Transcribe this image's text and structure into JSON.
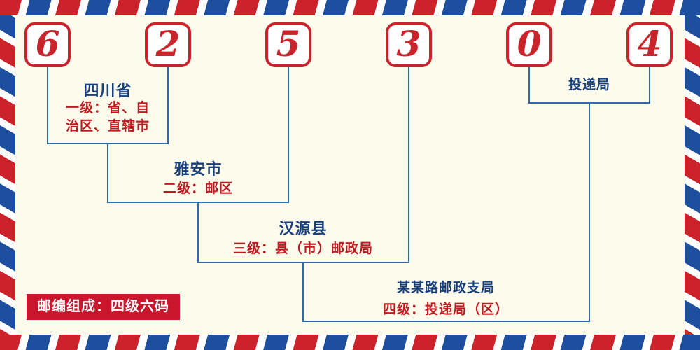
{
  "postal_code": {
    "digits": [
      "6",
      "2",
      "5",
      "3",
      "0",
      "4"
    ]
  },
  "levels": {
    "level1": {
      "place": "四川省",
      "desc_lines": [
        "一级：省、自",
        "治区、直辖市"
      ]
    },
    "level2": {
      "place": "雅安市",
      "desc": "二级：邮区"
    },
    "level3": {
      "place": "汉源县",
      "desc": "三级：县（市）邮政局"
    },
    "level4": {
      "place": "某某路邮政支局",
      "desc": "四级：投递局（区）"
    }
  },
  "delivery_office": {
    "label": "投递局"
  },
  "footer_badge": {
    "text": "邮编组成：四级六码"
  },
  "colors": {
    "digit_red": "#c9242b",
    "line_blue": "#2c6bad",
    "place_navy": "#1a3f7d",
    "desc_red": "#c01920",
    "badge_bg": "#c9162c",
    "badge_text": "#ffffff",
    "background": "#fdfcec",
    "stripe_red": "#cc2229",
    "stripe_blue": "#1e4f9e"
  }
}
